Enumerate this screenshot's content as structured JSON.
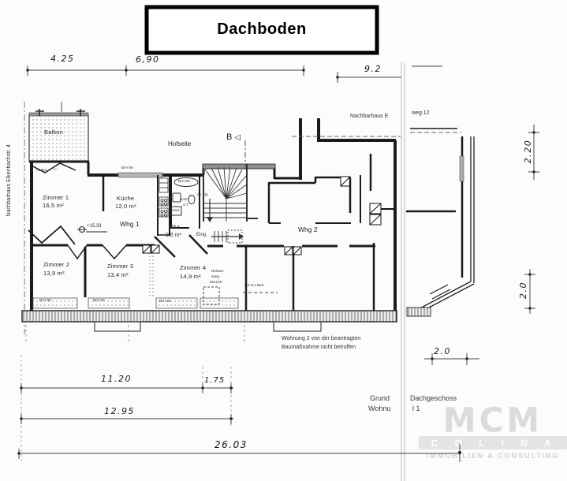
{
  "title": "Dachboden",
  "dimensions": {
    "top": {
      "d1": "4.25",
      "d2": "6,90",
      "d3": "9.2"
    },
    "right": {
      "d1": "2.20",
      "d2": "2.0"
    },
    "bottom": {
      "d1": "11.20",
      "d2": "1.75",
      "d3": "12.95",
      "d4": "26.03",
      "d5": "2.0"
    }
  },
  "site": {
    "left_neighbor": "Nachbarhaus Elkenbachstr. 4",
    "top_neighbor": "Nachbarhaus E",
    "right_street": "weg 12",
    "hofseite": "Hofseite",
    "section_label": "B",
    "section_arrow": "◁"
  },
  "rooms": {
    "balkon": "Balkon",
    "zimmer1": {
      "name": "Zimmer 1",
      "area": "16,5 m²"
    },
    "kueche": {
      "name": "Küche",
      "area": "12,0 m²"
    },
    "bad": {
      "name": "BAD",
      "area": "4,7"
    },
    "heiz": "Heiz",
    "flur": {
      "name": "Flur",
      "area": "9,6 m²"
    },
    "zimmer2": {
      "name": "Zimmer 2",
      "area": "13,9 m²"
    },
    "zimmer3": {
      "name": "Zimmer 3",
      "area": "13,4 m²"
    },
    "zimmer4": {
      "name": "Zimmer 4",
      "area": "14,9 m²"
    },
    "whg1": "Whg 1",
    "whg2": "Whg 2",
    "eingang": "Eing."
  },
  "annotations": {
    "falttuer": "Falttür",
    "falttuer_arrow": "←",
    "brh90": "BrH 90",
    "level": "+15,33",
    "stairs": "21 Stg",
    "notausstieg_l1": "Notaus-",
    "notausstieg_l2": "stieg",
    "notausstieg_l3": "90x120",
    "linie_2m": "2,0 m LINIE",
    "note_l1": "Wohnung 2 von der beantragten",
    "note_l2": "Baumaßnahme nicht betroffen"
  },
  "footer": {
    "left_l1": "Grund",
    "left_l2": "Wohnu",
    "right_l1": "Dachgeschoss",
    "right_l2": "l 1"
  },
  "logo": {
    "mcm": "MCM",
    "colina": "C O L I N A",
    "tagline": "IMMOBILIEN & CONSULTING"
  },
  "colors": {
    "line": "#1b1b1b",
    "gray_wall": "#8f8f8f",
    "logo_gray": "#d6d6d6"
  }
}
